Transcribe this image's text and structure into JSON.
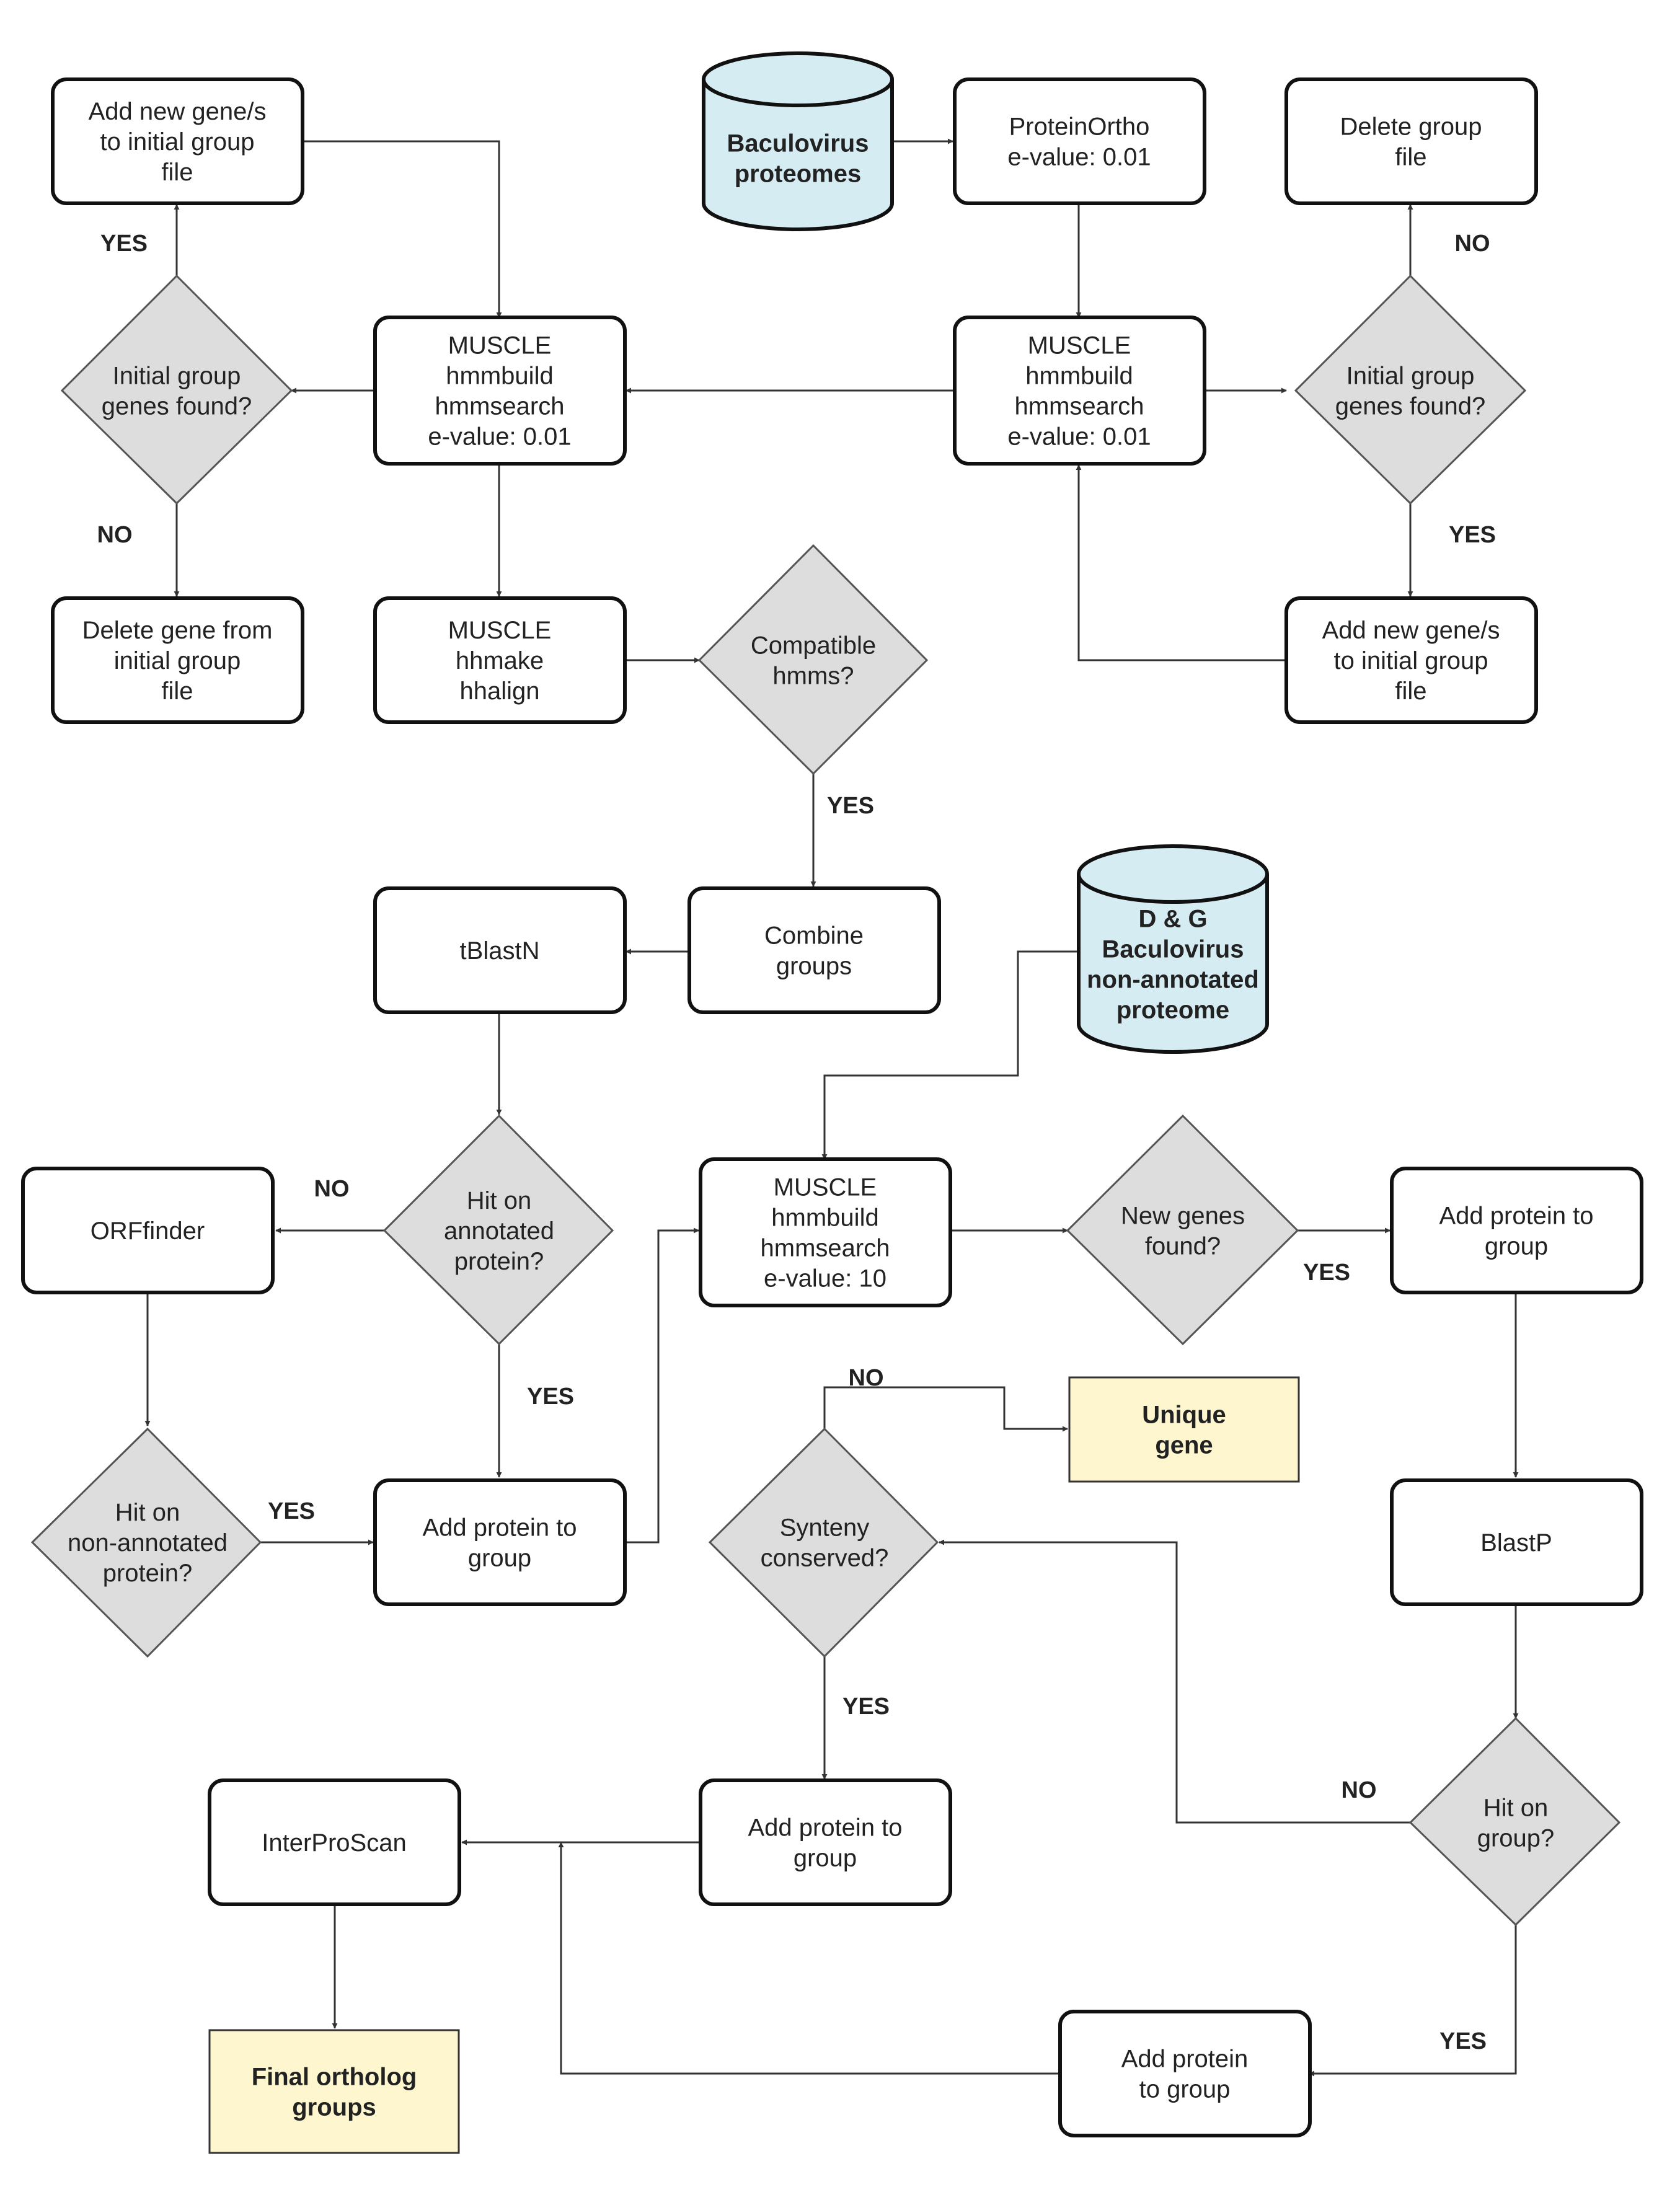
{
  "nodes": {
    "add_genes_left": [
      "Add new gene/s",
      "to initial group",
      "file"
    ],
    "db_proteomes": [
      "Baculovirus",
      "proteomes"
    ],
    "proteinortho": [
      "ProteinOrtho",
      "e-value: 0.01"
    ],
    "delete_group": [
      "Delete group",
      "file"
    ],
    "muscle_left": [
      "MUSCLE",
      "hmmbuild",
      "hmmsearch",
      "e-value: 0.01"
    ],
    "muscle_right": [
      "MUSCLE",
      "hmmbuild",
      "hmmsearch",
      "e-value: 0.01"
    ],
    "decision_initial_left": [
      "Initial group",
      "genes found?"
    ],
    "decision_initial_right": [
      "Initial group",
      "genes found?"
    ],
    "delete_gene": [
      "Delete gene from",
      "initial group",
      "file"
    ],
    "muscle_hhmake": [
      "MUSCLE",
      "hhmake",
      "hhalign"
    ],
    "decision_compatible": [
      "Compatible",
      "hmms?"
    ],
    "add_genes_right": [
      "Add new gene/s",
      "to initial group",
      "file"
    ],
    "tblastn": [
      "tBlastN"
    ],
    "combine": [
      "Combine",
      "groups"
    ],
    "db_dg": [
      "D & G",
      "Baculovirus",
      "non-annotated",
      "proteome"
    ],
    "orffinder": [
      "ORFfinder"
    ],
    "decision_hit_annotated": [
      "Hit on",
      "annotated",
      "protein?"
    ],
    "muscle_e10": [
      "MUSCLE",
      "hmmbuild",
      "hmmsearch",
      "e-value: 10"
    ],
    "decision_new_genes": [
      "New genes",
      "found?"
    ],
    "add_protein_right": [
      "Add protein to",
      "group"
    ],
    "unique_gene": [
      "Unique",
      "gene"
    ],
    "decision_hit_nonannotated": [
      "Hit on",
      "non-annotated",
      "protein?"
    ],
    "add_protein_mid": [
      "Add protein to",
      "group"
    ],
    "decision_synteny": [
      "Synteny",
      "conserved?"
    ],
    "blastp": [
      "BlastP"
    ],
    "interproscan": [
      "InterProScan"
    ],
    "add_protein_bottom": [
      "Add protein to",
      "group"
    ],
    "decision_hit_group": [
      "Hit on",
      "group?"
    ],
    "final_groups": [
      "Final ortholog",
      "groups"
    ],
    "add_protein_last": [
      "Add protein",
      "to group"
    ]
  },
  "labels": {
    "yes_add_left": "YES",
    "no_delete_group": "NO",
    "no_delete_gene": "NO",
    "yes_add_right": "YES",
    "yes_compatible": "YES",
    "no_orffinder": "NO",
    "yes_new_genes": "YES",
    "no_unique": "NO",
    "yes_hit_annotated": "YES",
    "yes_hit_nonannotated": "YES",
    "yes_synteny": "YES",
    "no_hit_group": "NO",
    "yes_hit_group": "YES"
  },
  "colors": {
    "database_fill": "#d6ecf3",
    "decision_fill": "#dddddd",
    "highlight_fill": "#fdf6cf"
  }
}
